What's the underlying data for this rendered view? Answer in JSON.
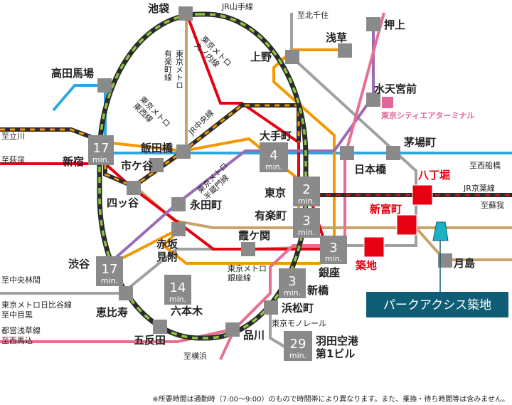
{
  "colors": {
    "yamanote_green": "#8cc63f",
    "yamanote_dark": "#2b2b2b",
    "marunouchi_red": "#e60012",
    "yurakucho_tan": "#c9a46a",
    "chuo_orange": "#f39800",
    "tozai_blue": "#2ea7e0",
    "hanzomon_purple": "#9b6bb6",
    "hibiya_gray": "#9fa0a0",
    "asakusa_pink": "#e8708f",
    "keiyo_red": "#c9171e",
    "station_box": "#8a8a8a",
    "target_marker": "#e60012",
    "callout_bg": "#0f5d74",
    "callout_accent": "#1ab0c6",
    "terminal_pink": "#e4659a"
  },
  "stations": {
    "ikebukuro": "池袋",
    "takadanobaba": "高田馬場",
    "ueno": "上野",
    "asakusa": "浅草",
    "oshiage": "押上",
    "suitengumae": "水天宮前",
    "kayabacho": "茅場町",
    "nihonbashi": "日本橋",
    "otemachi": "大手町",
    "iidabashi": "飯田橋",
    "ichigaya": "市ケ谷",
    "shinjuku": "新宿",
    "yotsuya": "四ッ谷",
    "nagatacho": "永田町",
    "akasakamitsuke_1": "赤坂",
    "akasakamitsuke_2": "見附",
    "tokyo": "東京",
    "yurakucho": "有楽町",
    "kasumigaseki": "霞ケ関",
    "ginza": "銀座",
    "shibuya": "渋谷",
    "roppongi": "六本木",
    "ebisu": "恵比寿",
    "shinbashi": "新橋",
    "hamamatsucho": "浜松町",
    "gotanda": "五反田",
    "shinagawa": "品川",
    "haneda_1": "羽田空港",
    "haneda_2": "第1ビル",
    "hatchobori": "八丁堀",
    "shintomicho": "新富町",
    "tsukiji": "築地",
    "tsukishima": "月島"
  },
  "line_labels": {
    "jr_yamanote": "JR山手線",
    "jr_chuo": "JR中央線",
    "metro_marunouchi": [
      "東京メトロ",
      "丸ノ内線"
    ],
    "metro_yurakucho": [
      "有楽町線",
      "東京メトロ"
    ],
    "metro_tozai": [
      "東京メトロ",
      "東西線"
    ],
    "metro_hanzomon": [
      "東京メトロ",
      "半蔵門線"
    ],
    "metro_ginza": [
      "東京メトロ",
      "銀座線"
    ],
    "tokyo_monorail": "東京モノレール",
    "jr_keiyo": "JR京葉線"
  },
  "destinations": {
    "kita_senju": "至北千住",
    "tachikawa": "至立川",
    "ogikubo": "至荻窪",
    "nishi_funabashi": "至西船橋",
    "soga": "至蘇我",
    "chuo_rinkan": "至中央林間",
    "hibiya_1": "東京メトロ日比谷線",
    "hibiya_2": "至中目黒",
    "asakusa_1": "都営浅草線",
    "asakusa_2": "至西馬込",
    "yokohama": "至横浜"
  },
  "terminal": "東京シティエアターミナル",
  "times": {
    "shinjuku": "17",
    "shibuya": "17",
    "otemachi": "4",
    "tokyo": "2",
    "yurakucho": "3",
    "ginza": "3",
    "roppongi": "14",
    "shinbashi": "3",
    "haneda": "29",
    "unit": "min."
  },
  "property": "パークアクシス築地",
  "footnote": "※所要時間は通勤時（7:00〜9:00）のもので時間帯により異なります。また、乗換・待ち時間等は含みません。"
}
